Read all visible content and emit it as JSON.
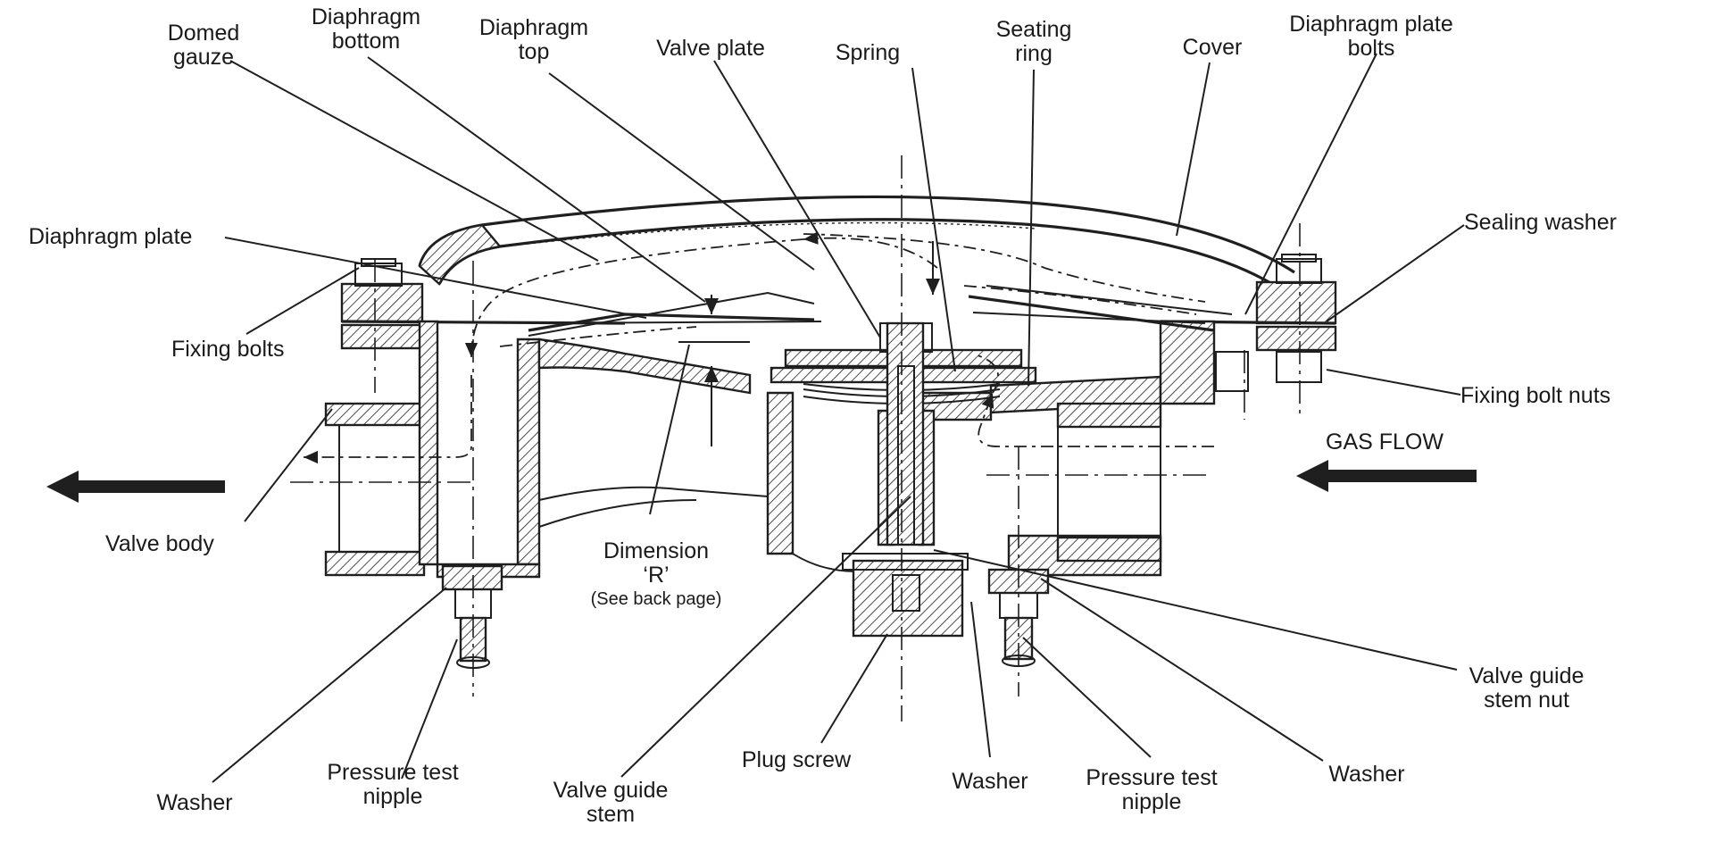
{
  "labels": {
    "domed_gauze": [
      "Domed",
      "gauze"
    ],
    "diaphragm_bottom": [
      "Diaphragm",
      "bottom"
    ],
    "diaphragm_top": [
      "Diaphragm",
      "top"
    ],
    "valve_plate": "Valve plate",
    "spring": "Spring",
    "seating_ring": [
      "Seating",
      "ring"
    ],
    "cover": "Cover",
    "diaphragm_plate_bolts": [
      "Diaphragm plate",
      "bolts"
    ],
    "diaphragm_plate": "Diaphragm plate",
    "sealing_washer": "Sealing washer",
    "fixing_bolts": "Fixing bolts",
    "fixing_bolt_nuts": "Fixing bolt nuts",
    "gas_flow": "GAS FLOW",
    "valve_body": "Valve body",
    "dimension_r": [
      "Dimension",
      "‘R’"
    ],
    "see_back_page": "(See back page)",
    "valve_guide_stem_nut": [
      "Valve guide",
      "stem nut"
    ],
    "washer_left": "Washer",
    "pressure_test_nipple_left": [
      "Pressure test",
      "nipple"
    ],
    "valve_guide_stem": [
      "Valve guide",
      "stem"
    ],
    "plug_screw": "Plug screw",
    "washer_center": "Washer",
    "pressure_test_nipple_right": [
      "Pressure test",
      "nipple"
    ],
    "washer_right": "Washer"
  }
}
